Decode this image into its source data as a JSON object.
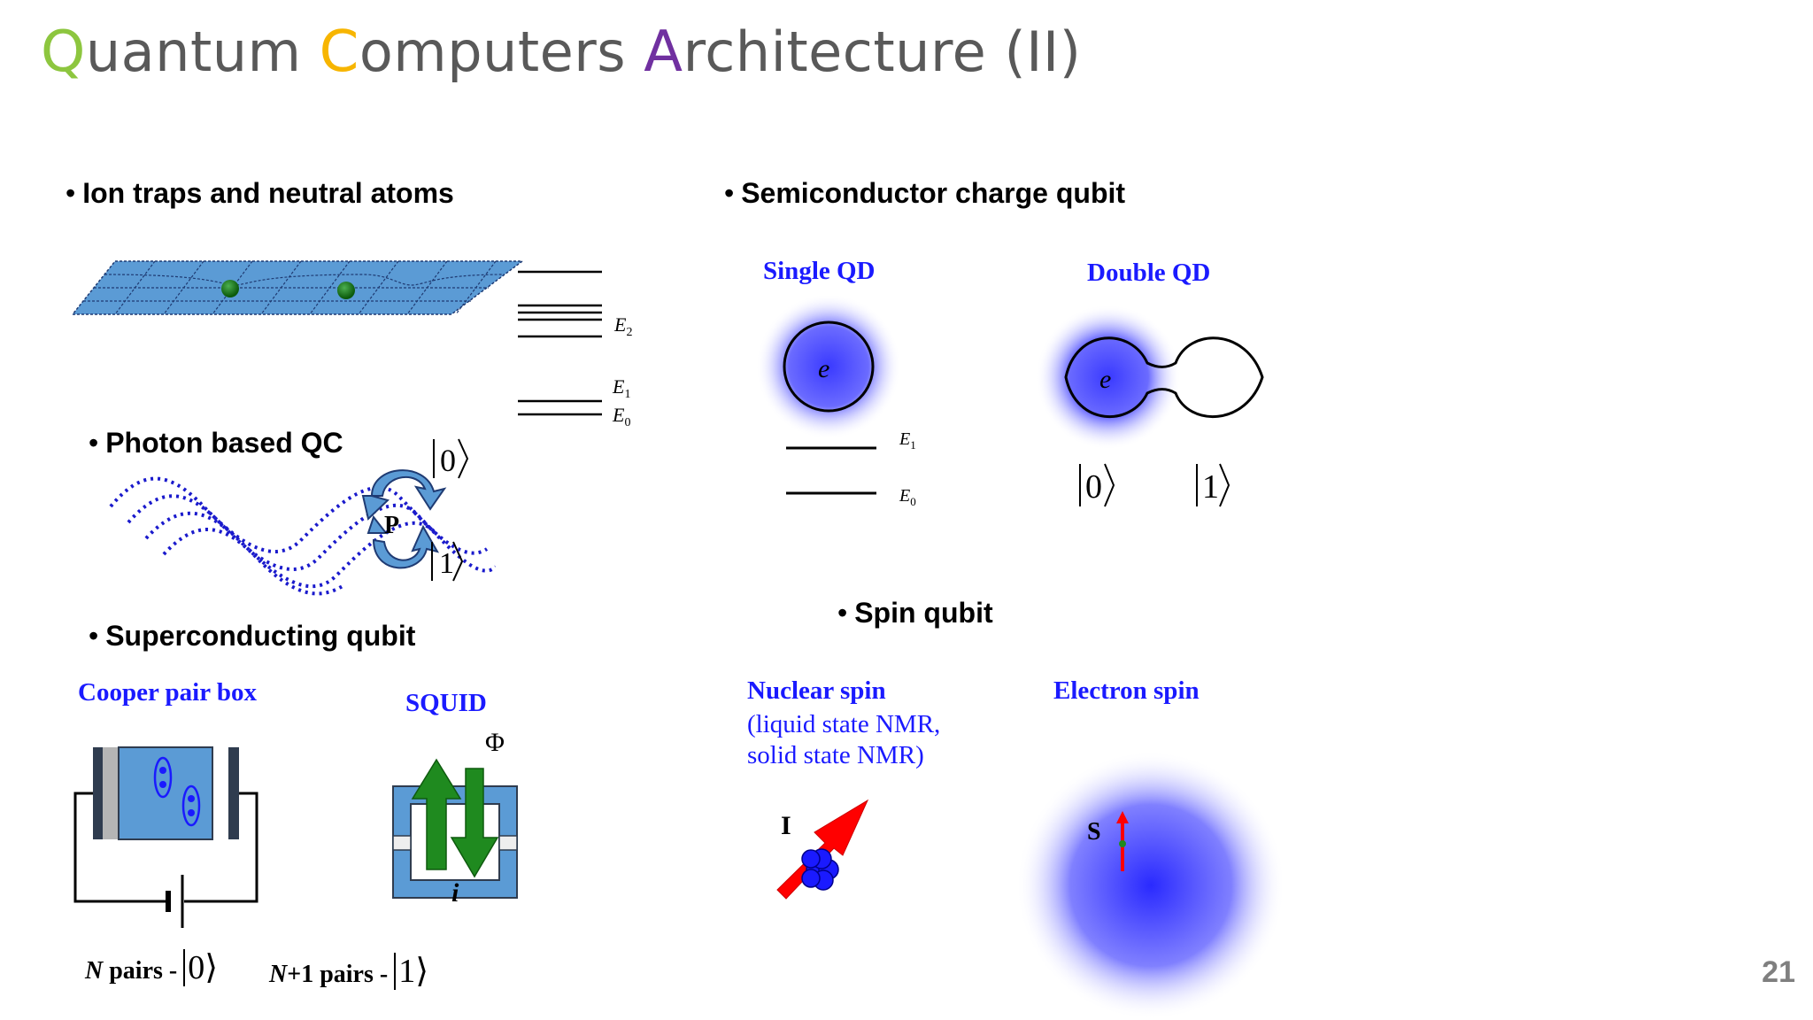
{
  "slide": {
    "title_parts": [
      {
        "text": "Q",
        "color": "#8dc63f"
      },
      {
        "text": "uantum ",
        "color": "#595959"
      },
      {
        "text": "C",
        "color": "#f7b500"
      },
      {
        "text": "omputers ",
        "color": "#595959"
      },
      {
        "text": "A",
        "color": "#7030a0"
      },
      {
        "text": "rchitecture (II)",
        "color": "#595959"
      }
    ],
    "page_number": "21"
  },
  "sections": {
    "ion_traps": {
      "label": "Ion traps and neutral atoms",
      "levels": {
        "e2": "E",
        "e2_sub": "2",
        "e1": "E",
        "e1_sub": "1",
        "e0": "E",
        "e0_sub": "0"
      }
    },
    "photon": {
      "label": "Photon based QC",
      "p_label": "P",
      "ket0": "0",
      "ket1": "1"
    },
    "superconducting": {
      "label": "Superconducting qubit",
      "cpb_label": "Cooper pair box",
      "squid_label": "SQUID",
      "phi": "Φ",
      "current": "i",
      "n_pairs": "N",
      "n_pairs_text": " pairs -",
      "n1_pairs": "N",
      "n1_pairs_text": "+1 pairs -",
      "ket0": "0",
      "ket1": "1"
    },
    "semiconductor": {
      "label": "Semiconductor charge qubit",
      "single_qd": "Single QD",
      "double_qd": "Double QD",
      "electron": "e",
      "levels": {
        "e1": "E",
        "e1_sub": "1",
        "e0": "E",
        "e0_sub": "0"
      },
      "ket0": "0",
      "ket1": "1"
    },
    "spin": {
      "label": "Spin qubit",
      "nuclear_title": "Nuclear spin",
      "nuclear_line2": "(liquid state NMR,",
      "nuclear_line3": "solid state NMR)",
      "electron_title": "Electron spin",
      "i_label": "I",
      "s_label": "S"
    }
  },
  "colors": {
    "plane": "#5b9bd5",
    "atom": "#1e7b1e",
    "text_blue": "#1a1aff",
    "arrow_green": "#1f8a1f",
    "arrow_red": "#ff0000",
    "cloud": "#3a3aff"
  }
}
